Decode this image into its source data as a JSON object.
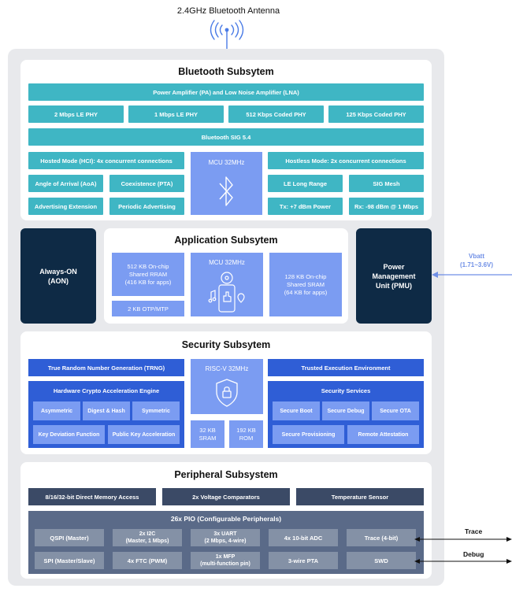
{
  "antenna": {
    "label": "2.4GHz Bluetooth Antenna"
  },
  "bluetooth": {
    "title": "Bluetooth Subsytem",
    "pa_lna": "Power Amplifier (PA) and Low Noise Amplifier (LNA)",
    "phys": [
      "2 Mbps LE PHY",
      "1 Mbps LE PHY",
      "512 Kbps Coded PHY",
      "125 Kbps Coded PHY"
    ],
    "sig": "Bluetooth SIG 5.4",
    "hosted": "Hosted Mode (HCI): 4x concurrent connections",
    "hostless": "Hostless Mode: 2x concurrent connections",
    "mcu": "MCU 32MHz",
    "left_features": [
      "Angle of Arrival (AoA)",
      "Coexistence (PTA)",
      "Advertising Extension",
      "Periodic Advertising"
    ],
    "right_features": [
      "LE Long Range",
      "SIG Mesh",
      "Tx: +7 dBm Power",
      "Rx: -98 dBm @ 1 Mbps"
    ]
  },
  "aon": {
    "line1": "Always-ON",
    "line2": "(AON)"
  },
  "pmu": {
    "line1": "Power",
    "line2": "Management",
    "line3": "Unit (PMU)"
  },
  "vbatt": {
    "line1": "Vbatt",
    "line2": "(1.71~3.6V)"
  },
  "application": {
    "title": "Application Subsytem",
    "rram": [
      "512 KB On-chip",
      "Shared RRAM",
      "(416 KB for apps)"
    ],
    "otp": "2 KB OTP/MTP",
    "mcu": "MCU 32MHz",
    "sram": [
      "128 KB On-chip",
      "Shared SRAM",
      "(64 KB for apps)"
    ]
  },
  "security": {
    "title": "Security Subsytem",
    "trng": "True Random Number Generation (TRNG)",
    "tee": "Trusted Execution Environment",
    "riscv": "RISC-V 32MHz",
    "crypto_title": "Hardware Crypto Acceleration Engine",
    "crypto_items": [
      "Asymmetric",
      "Digest & Hash",
      "Symmetric",
      "Key Deviation Function",
      "Public Key Acceleration"
    ],
    "services_title": "Security Services",
    "services_items": [
      "Secure Boot",
      "Secure Debug",
      "Secure OTA",
      "Secure Provisioning",
      "Remote Attestation"
    ],
    "sram": [
      "32 KB",
      "SRAM"
    ],
    "rom": [
      "192 KB",
      "ROM"
    ]
  },
  "peripheral": {
    "title": "Peripheral Subsystem",
    "top_items": [
      "8/16/32-bit Direct Memory Access",
      "2x Voltage Comparators",
      "Temperature Sensor"
    ],
    "pio_title": "26x PIO (Configurable Peripherals)",
    "row1": [
      "QSPI (Master)",
      "4x 10-bit ADC",
      "Trace (4-bit)"
    ],
    "i2c": [
      "2x I2C",
      "(Master, 1 Mbps)"
    ],
    "uart": [
      "3x UART",
      "(2 Mbps, 4-wire)"
    ],
    "row2": [
      "SPI (Master/Slave)",
      "4x FTC (PWM)",
      "3-wire PTA",
      "SWD"
    ],
    "mfp": [
      "1x MFP",
      "(multi-function pin)"
    ]
  },
  "signals": {
    "trace": "Trace",
    "debug": "Debug"
  },
  "colors": {
    "teal": "#3fb6c4",
    "navy": "#0e2a45",
    "lavender": "#7b9cf2",
    "royal_blue": "#2f5ed6",
    "slate": "#3b4a66",
    "vbatt": "#6f8fe6"
  }
}
